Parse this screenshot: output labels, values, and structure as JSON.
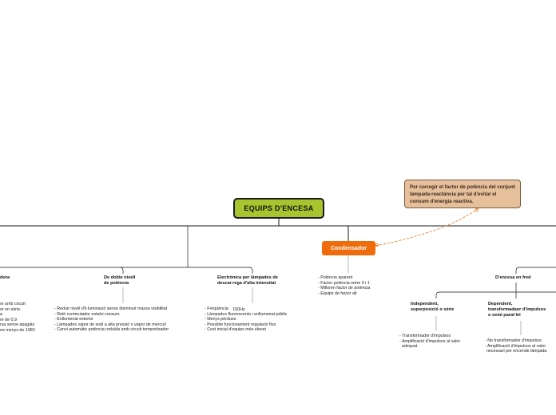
{
  "root": {
    "title": "EQUIPS D'ENCESA"
  },
  "condensador": {
    "title": "Condensador",
    "items": [
      "- Potència aparent",
      "- Factor potència entre 0 i 1",
      "- Milloren factor de potència",
      "- Equips de factor alt"
    ]
  },
  "note": {
    "text": "Per corregir el factor de potència del conjunt làmpada-reactància per tal d'evitar el consum d'energia reactiva."
  },
  "left_partial": {
    "title": "dora",
    "items": [
      "or amb circuit",
      "or en sèrie.",
      "a",
      "re de 0,9",
      "rsa sense apagats",
      "ne menys de 198V"
    ]
  },
  "doble_nivell": {
    "title_lines": [
      "De doble nivell",
      "de potència"
    ],
    "items": [
      "- Reduir nivell d'il·luminació sense disminuir massa visibilitat",
      "- Relé commutador estalvi consum",
      "- Enllumenat exterior",
      "- Làmpades vapor de sodi a alta pressió o vapor de mercuri",
      "- Canvi automàtic potència reduïda amb circuit temporitzador"
    ]
  },
  "electronica": {
    "title_lines": [
      "Electrònica per làmpades de",
      "descàrrega d'alta intensitat"
    ],
    "title_line2_display": [
      "descar",
      "rega d'alta intensitat"
    ],
    "items": [
      "- Freqüència",
      "- Làmpades fluorescents i enllumenat públic",
      "- Menys pèrdues",
      "- Possible funcionament regulació flux",
      "- Cost inicial d'equips més elevat"
    ],
    "freq_value": "150Hz"
  },
  "encesa_fred": {
    "title": "D'encesa en fred"
  },
  "independent": {
    "title_lines": [
      "Independent,",
      "superposició o sèrie"
    ],
    "items": [
      "- Transformador d'impulsos",
      "- Amplificació d'impulsos al valor",
      "  adequat."
    ]
  },
  "dependent": {
    "title_lines": [
      "Dependent,",
      "transformadaor d'impulsos",
      "o semi paral·lel"
    ],
    "items": [
      "- No transformador d'impulsos",
      "- Amplificació d'impulsos al valor",
      "  necessari per encende làmpada"
    ]
  },
  "colors": {
    "root_fill": "#a8c530",
    "condensador_fill": "#ef6c0c",
    "note_fill": "#e6bf9b",
    "connector": "#1a1a1a",
    "dashed_link": "#ef6c0c"
  }
}
